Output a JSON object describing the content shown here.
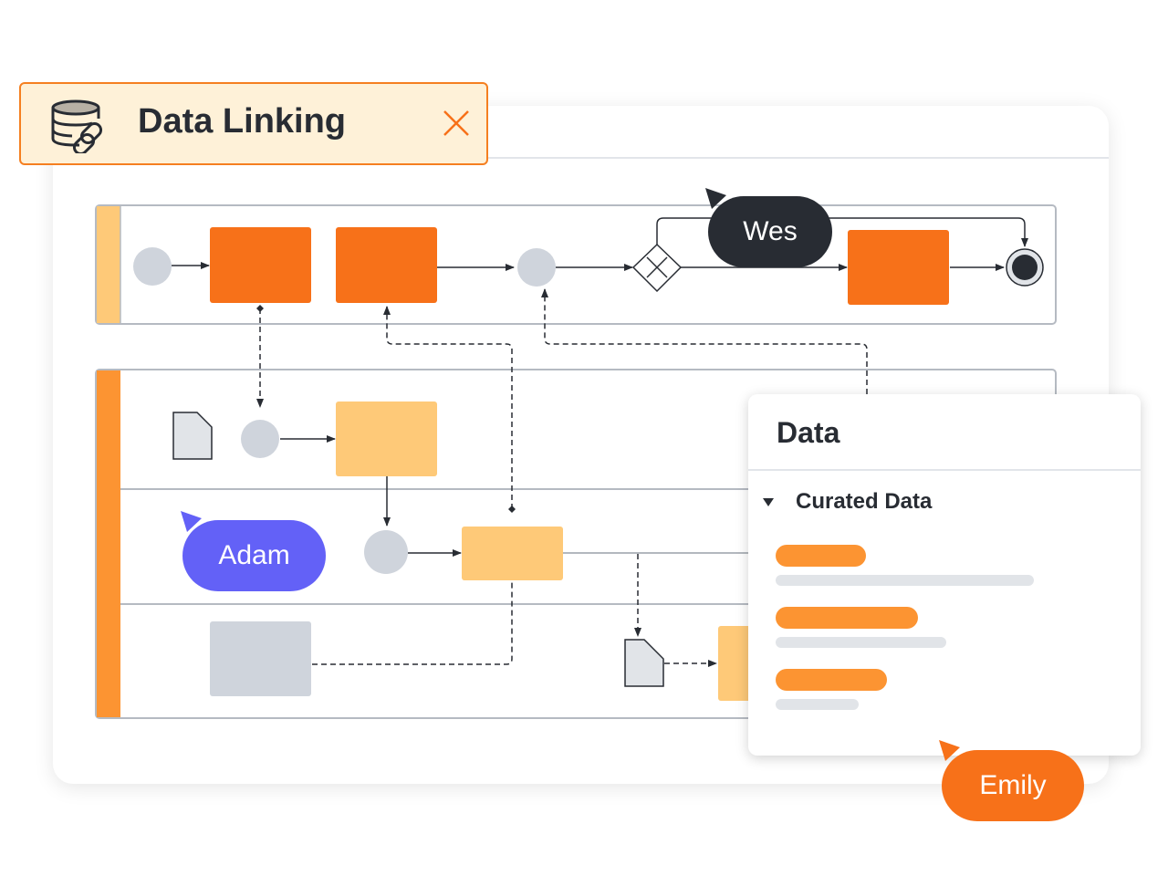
{
  "header": {
    "title": "Data Linking",
    "icon": "database-link-icon",
    "close_icon": "close-icon"
  },
  "collaborators": [
    {
      "name": "Wes",
      "color": "#282c33"
    },
    {
      "name": "Adam",
      "color": "#6361f7"
    },
    {
      "name": "Emily",
      "color": "#f77119"
    }
  ],
  "diagram": {
    "colors": {
      "primary_task": "#f77119",
      "secondary_task": "#fec978",
      "neutral_shape": "#cfd4dc",
      "lane_header_top": "#fec978",
      "lane_header_bottom": "#fc9432",
      "connector": "#282c33"
    },
    "pools": [
      {
        "name": "top-pool",
        "lanes": 1
      },
      {
        "name": "bottom-pool",
        "lanes": 3
      }
    ]
  },
  "panel": {
    "title": "Data",
    "section_label": "Curated Data",
    "section_expanded": true,
    "items": [
      {
        "title_bar_fraction": 0.35,
        "detail_bar_fraction": 1.0
      },
      {
        "title_bar_fraction": 0.55,
        "detail_bar_fraction": 0.66
      },
      {
        "title_bar_fraction": 0.43,
        "detail_bar_fraction": 0.32
      }
    ]
  }
}
